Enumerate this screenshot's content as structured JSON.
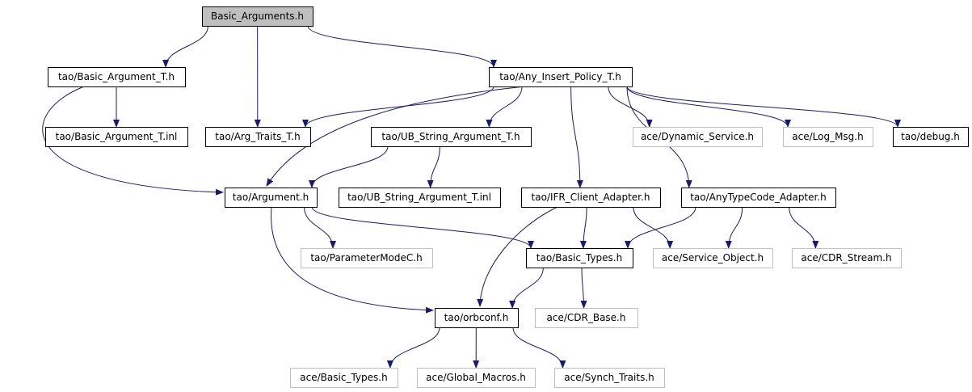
{
  "diagram": {
    "colors": {
      "edge": "#191970",
      "root_fill": "#bfbfbf",
      "node_border": "#000000",
      "external_border": "#bfbfbf",
      "text": "#000000"
    },
    "nodes": [
      {
        "id": "basic_arguments_h",
        "label": "Basic_Arguments.h",
        "kind": "root"
      },
      {
        "id": "basic_argument_t_h",
        "label": "tao/Basic_Argument_T.h",
        "kind": "local"
      },
      {
        "id": "any_insert_policy_t_h",
        "label": "tao/Any_Insert_Policy_T.h",
        "kind": "local"
      },
      {
        "id": "basic_argument_t_inl",
        "label": "tao/Basic_Argument_T.inl",
        "kind": "local"
      },
      {
        "id": "arg_traits_t_h",
        "label": "tao/Arg_Traits_T.h",
        "kind": "local"
      },
      {
        "id": "ub_string_argument_t_h",
        "label": "tao/UB_String_Argument_T.h",
        "kind": "local"
      },
      {
        "id": "ace_dynamic_service_h",
        "label": "ace/Dynamic_Service.h",
        "kind": "external"
      },
      {
        "id": "ace_log_msg_h",
        "label": "ace/Log_Msg.h",
        "kind": "external"
      },
      {
        "id": "tao_debug_h",
        "label": "tao/debug.h",
        "kind": "local"
      },
      {
        "id": "tao_argument_h",
        "label": "tao/Argument.h",
        "kind": "local"
      },
      {
        "id": "ub_string_argument_t_inl",
        "label": "tao/UB_String_Argument_T.inl",
        "kind": "local"
      },
      {
        "id": "ifr_client_adapter_h",
        "label": "tao/IFR_Client_Adapter.h",
        "kind": "local"
      },
      {
        "id": "anytypecode_adapter_h",
        "label": "tao/AnyTypeCode_Adapter.h",
        "kind": "local"
      },
      {
        "id": "parametermodec_h",
        "label": "tao/ParameterModeC.h",
        "kind": "external"
      },
      {
        "id": "tao_basic_types_h",
        "label": "tao/Basic_Types.h",
        "kind": "local"
      },
      {
        "id": "ace_service_object_h",
        "label": "ace/Service_Object.h",
        "kind": "external"
      },
      {
        "id": "ace_cdr_stream_h",
        "label": "ace/CDR_Stream.h",
        "kind": "external"
      },
      {
        "id": "tao_orbconf_h",
        "label": "tao/orbconf.h",
        "kind": "local"
      },
      {
        "id": "ace_cdr_base_h",
        "label": "ace/CDR_Base.h",
        "kind": "external"
      },
      {
        "id": "ace_basic_types_h",
        "label": "ace/Basic_Types.h",
        "kind": "external"
      },
      {
        "id": "ace_global_macros_h",
        "label": "ace/Global_Macros.h",
        "kind": "external"
      },
      {
        "id": "ace_synch_traits_h",
        "label": "ace/Synch_Traits.h",
        "kind": "external"
      }
    ],
    "edges": [
      {
        "from": "basic_arguments_h",
        "to": "basic_argument_t_h"
      },
      {
        "from": "basic_arguments_h",
        "to": "arg_traits_t_h"
      },
      {
        "from": "basic_arguments_h",
        "to": "any_insert_policy_t_h"
      },
      {
        "from": "basic_argument_t_h",
        "to": "basic_argument_t_inl"
      },
      {
        "from": "basic_argument_t_h",
        "to": "tao_argument_h"
      },
      {
        "from": "any_insert_policy_t_h",
        "to": "arg_traits_t_h"
      },
      {
        "from": "any_insert_policy_t_h",
        "to": "ub_string_argument_t_h"
      },
      {
        "from": "any_insert_policy_t_h",
        "to": "tao_argument_h"
      },
      {
        "from": "any_insert_policy_t_h",
        "to": "ace_dynamic_service_h"
      },
      {
        "from": "any_insert_policy_t_h",
        "to": "ace_log_msg_h"
      },
      {
        "from": "any_insert_policy_t_h",
        "to": "tao_debug_h"
      },
      {
        "from": "any_insert_policy_t_h",
        "to": "ifr_client_adapter_h"
      },
      {
        "from": "any_insert_policy_t_h",
        "to": "anytypecode_adapter_h"
      },
      {
        "from": "ub_string_argument_t_h",
        "to": "tao_argument_h"
      },
      {
        "from": "ub_string_argument_t_h",
        "to": "ub_string_argument_t_inl"
      },
      {
        "from": "tao_argument_h",
        "to": "parametermodec_h"
      },
      {
        "from": "tao_argument_h",
        "to": "tao_basic_types_h"
      },
      {
        "from": "tao_argument_h",
        "to": "tao_orbconf_h"
      },
      {
        "from": "ifr_client_adapter_h",
        "to": "tao_basic_types_h"
      },
      {
        "from": "ifr_client_adapter_h",
        "to": "ace_service_object_h"
      },
      {
        "from": "ifr_client_adapter_h",
        "to": "tao_orbconf_h"
      },
      {
        "from": "anytypecode_adapter_h",
        "to": "tao_basic_types_h"
      },
      {
        "from": "anytypecode_adapter_h",
        "to": "ace_service_object_h"
      },
      {
        "from": "anytypecode_adapter_h",
        "to": "ace_cdr_stream_h"
      },
      {
        "from": "tao_basic_types_h",
        "to": "tao_orbconf_h"
      },
      {
        "from": "tao_basic_types_h",
        "to": "ace_cdr_base_h"
      },
      {
        "from": "tao_orbconf_h",
        "to": "ace_basic_types_h"
      },
      {
        "from": "tao_orbconf_h",
        "to": "ace_global_macros_h"
      },
      {
        "from": "tao_orbconf_h",
        "to": "ace_synch_traits_h"
      }
    ]
  }
}
